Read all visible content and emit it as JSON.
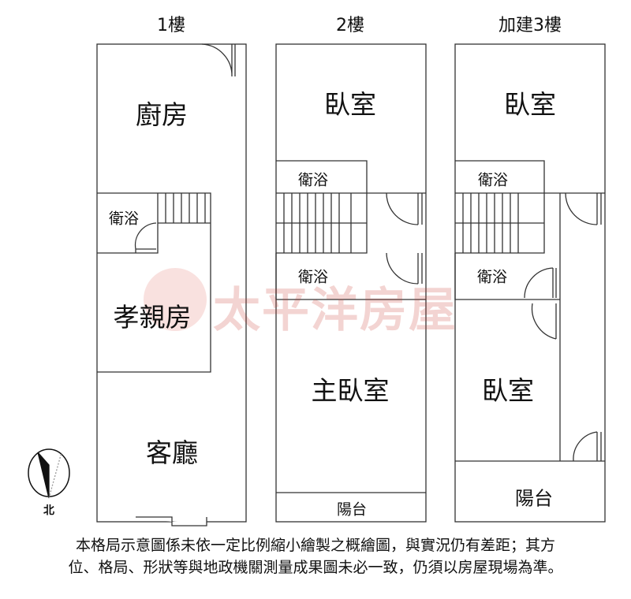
{
  "floors": [
    {
      "title": "1樓",
      "rooms": [
        "廚房",
        "衛浴",
        "孝親房",
        "客廳"
      ]
    },
    {
      "title": "2樓",
      "rooms": [
        "臥室",
        "衛浴",
        "衛浴",
        "主臥室",
        "陽台"
      ]
    },
    {
      "title": "加建3樓",
      "rooms": [
        "臥室",
        "衛浴",
        "衛浴",
        "臥室",
        "陽台"
      ]
    }
  ],
  "watermark": "太平洋房屋",
  "compass_label": "北",
  "disclaimer": {
    "line1": "本格局示意圖係未依一定比例縮小繪製之概繪圖，與實況仍有差距；其方",
    "line2": "位、格局、形狀等與地政機關測量成果圖未必一致，仍須以房屋現場為準。"
  }
}
